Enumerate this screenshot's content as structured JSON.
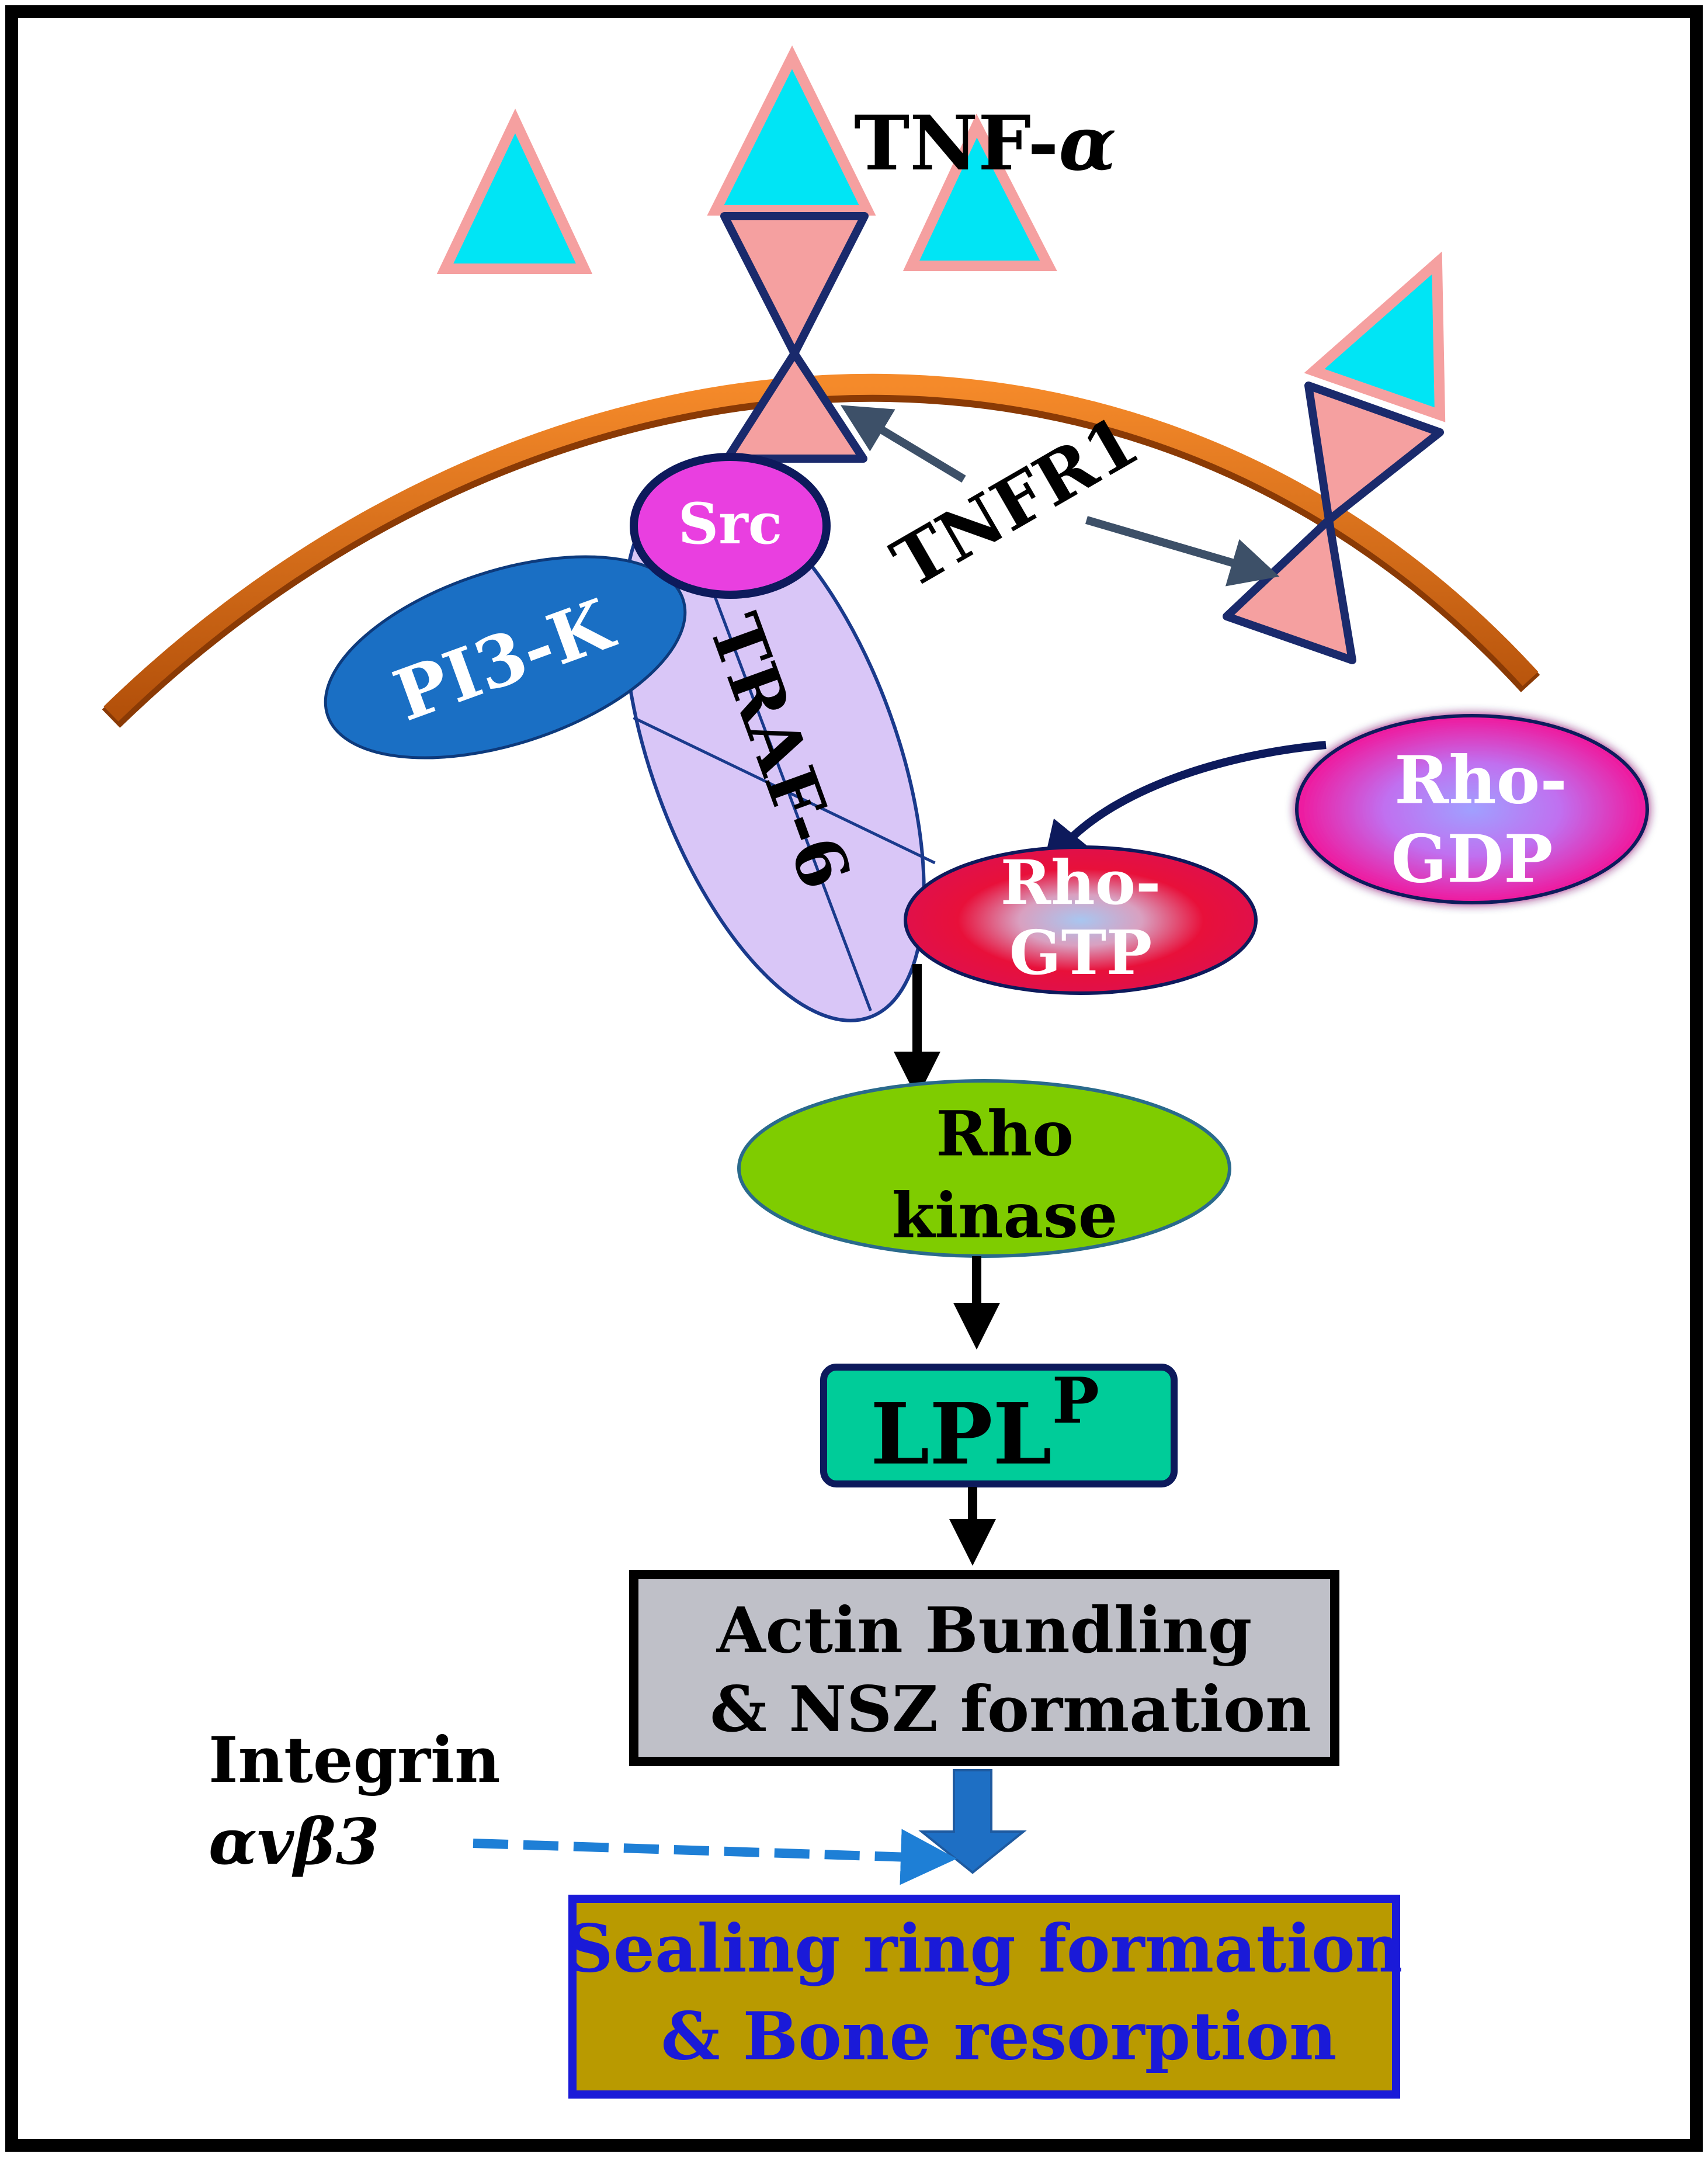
{
  "labels": {
    "tnf_prefix": "TNF-",
    "tnf_greek": "α",
    "tnfr1": "TNFR1",
    "src": "Src",
    "pi3k": "PI3-K",
    "traf6": "TRAF-6",
    "rho_gdp_line1": "Rho-",
    "rho_gdp_line2": "GDP",
    "rho_gtp_line1": "Rho-",
    "rho_gtp_line2": "GTP",
    "rho_kinase_line1": "Rho",
    "rho_kinase_line2": "kinase",
    "lpl": "LPL",
    "lpl_sup": "P",
    "actin_line1": "Actin Bundling",
    "actin_line2": "& NSZ formation",
    "integrin_line1": "Integrin",
    "integrin_greek": "αvβ3",
    "sealing_line1": "Sealing ring formation",
    "sealing_line2": "& Bone resorption"
  },
  "colors": {
    "tnf_triangle_fill": "#00e5f5",
    "tnf_triangle_stroke": "#f5a0a0",
    "receptor_fill": "#f5a0a0",
    "receptor_stroke": "#1a2a6c",
    "membrane": "#e07a22",
    "src": "#e93fe0",
    "pi3k": "#1a6fc4",
    "traf6": "#d9c6f7",
    "rho_gtp": "#e8103a",
    "rho_gdp": "#f0189c",
    "rho_kinase": "#7fcc00",
    "lpl_box": "#00cc99",
    "actin_box": "#bfc0c8",
    "sealing_box": "#b99a00",
    "sealing_text": "#1a1ad8",
    "integrin_arrow": "#1e7fd6",
    "arrow_dark": "#3d5068"
  }
}
